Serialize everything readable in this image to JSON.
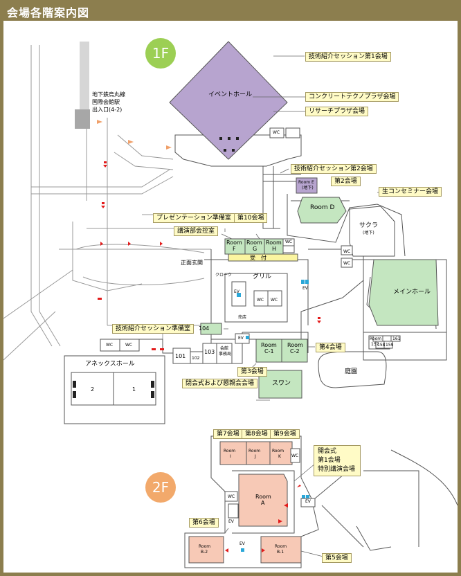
{
  "title": "会場各階案内図",
  "colors": {
    "frame": "#8c7e4e",
    "event_hall": "#b7a4cf",
    "green_room": "#c4e6c0",
    "salmon_room": "#f7c9b6",
    "callout": "#fffbc6",
    "badge_1f": "#9ccf54",
    "badge_2f": "#f2a96b",
    "arrow": "#e31b1b"
  },
  "floors": {
    "f1": {
      "badge": "1F",
      "callouts": {
        "session1": "技術紹介セッション第1会場",
        "concrete": "コンクリートテクノプラザ会場",
        "research": "リサーチプラザ会場",
        "session2": "技術紹介セッション第2会場",
        "venue2": "第2会場",
        "seicon": "生コンセミナー会場",
        "presentation": "プレゼンテーション準備室",
        "venue10": "第10会場",
        "lecturer": "講演部会控室",
        "prep_room": "技術紹介セッション準備室",
        "venue4": "第4会場",
        "venue3": "第3会場",
        "closing": "閉会式および懇親会会場"
      },
      "labels": {
        "event_hall": "イベントホール",
        "subway_line1": "地下鉄烏丸線",
        "subway_line2": "国際会館駅",
        "subway_line3": "出入口(4-2)",
        "wc": "WC",
        "room_e": "Room E",
        "room_e_sub": "(地下)",
        "room_d": "Room D",
        "sakura": "サクラ",
        "sakura_sub": "(地下)",
        "room_f_1": "Room",
        "room_f_2": "F",
        "room_g_1": "Room",
        "room_g_2": "G",
        "room_h_1": "Room",
        "room_h_2": "H",
        "reception": "受　付",
        "main_entrance": "正面玄関",
        "cloak": "クローク",
        "grill": "グリル",
        "ev": "EV",
        "shop": "売店",
        "main_hall": "メインホール",
        "room_104": "104",
        "room_101": "101",
        "room_102": "102",
        "room_103": "103",
        "office_1": "会館",
        "office_2": "事務局",
        "room_c1_1": "Room",
        "room_c1_2": "C-1",
        "room_c2_1": "Room",
        "room_c2_2": "C-2",
        "room_157_1": "Room",
        "room_157_2": "157",
        "room_161": "161",
        "room_158": "158",
        "room_159": "159",
        "annex_hall": "アネックスホール",
        "annex_2": "2",
        "annex_1": "1",
        "swan": "スワン",
        "garden": "庭園"
      }
    },
    "f2": {
      "badge": "2F",
      "callouts": {
        "venue7": "第7会場",
        "venue8": "第8会場",
        "venue9": "第9会場",
        "opening": "開会式\n第1会場\n特別講演会場",
        "venue6": "第6会場",
        "venue5": "第5会場"
      },
      "labels": {
        "room_i_1": "Room",
        "room_i_2": "I",
        "room_j_1": "Room",
        "room_j_2": "J",
        "room_k_1": "Room",
        "room_k_2": "K",
        "room_a_1": "Room",
        "room_a_2": "A",
        "room_b2_1": "Room",
        "room_b2_2": "B-2",
        "room_b1_1": "Room",
        "room_b1_2": "B-1",
        "wc": "WC",
        "ev": "EV"
      }
    }
  }
}
